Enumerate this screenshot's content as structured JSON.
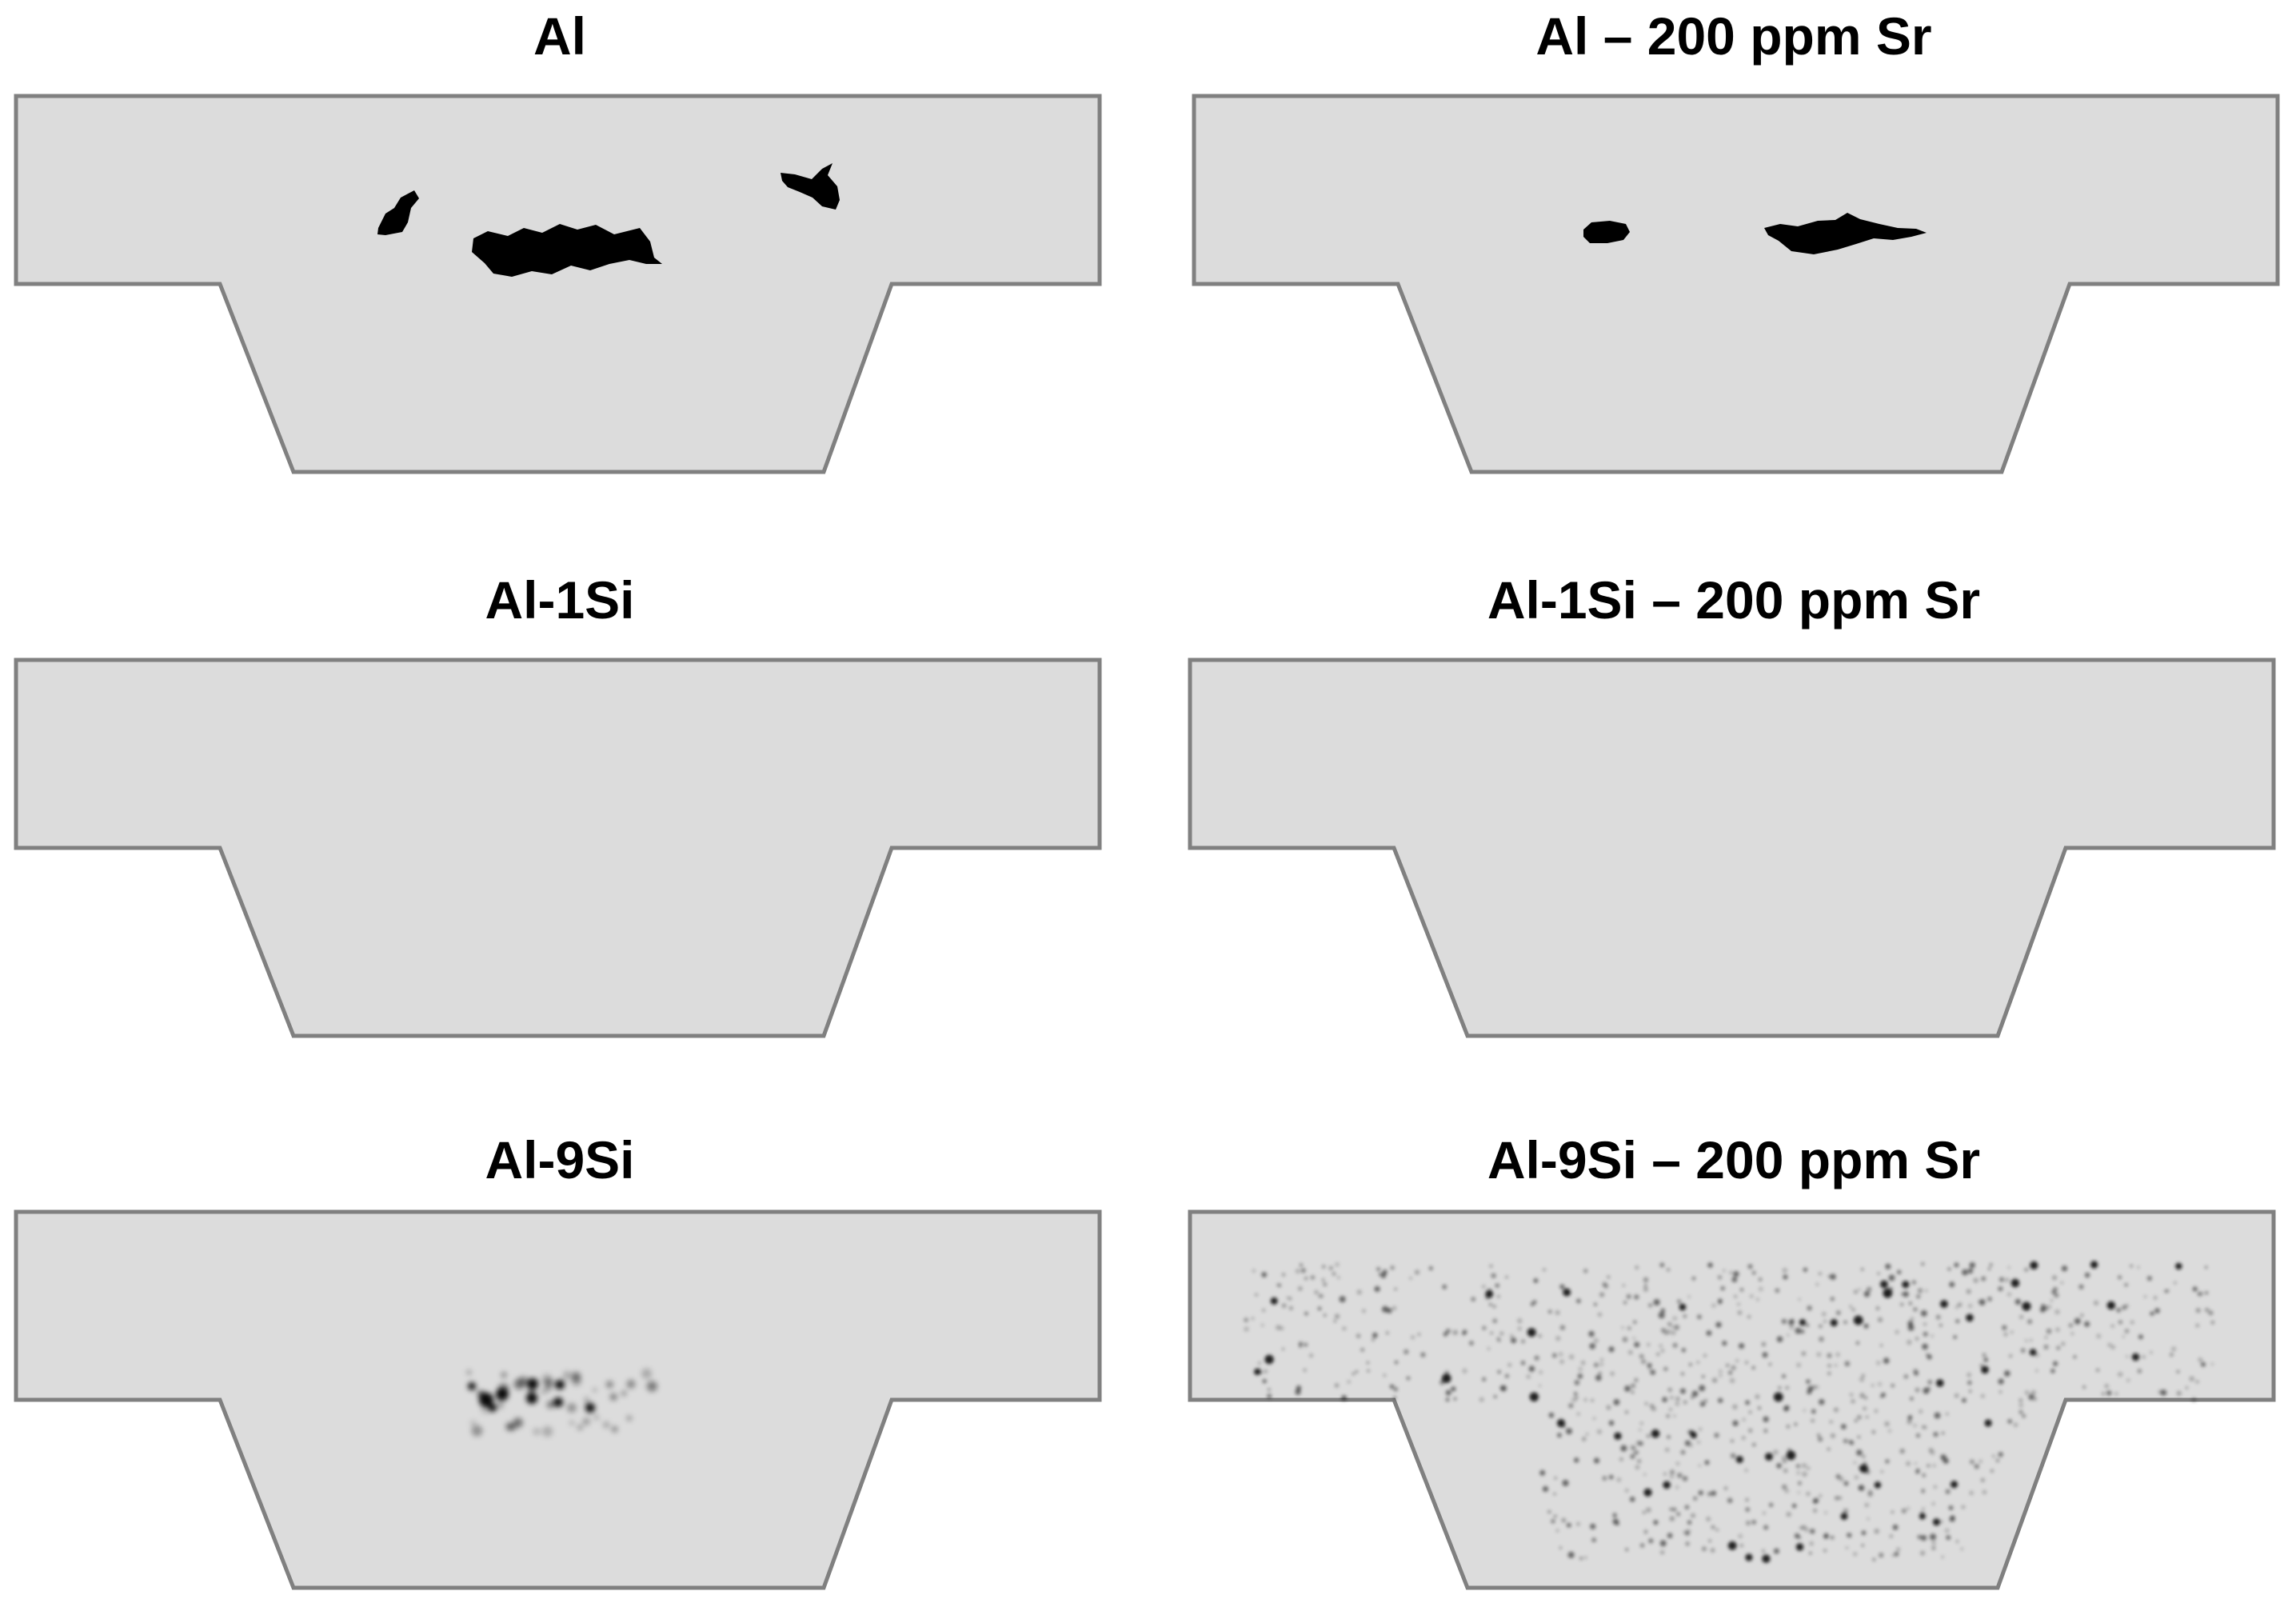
{
  "figure": {
    "panels": [
      {
        "id": "p-al",
        "title": "Al",
        "porosity": "macro"
      },
      {
        "id": "p-al-sr",
        "title": "Al – 200 ppm Sr",
        "porosity": "macro"
      },
      {
        "id": "p-al1si",
        "title": "Al-1Si",
        "porosity": "none"
      },
      {
        "id": "p-al1si-sr",
        "title": "Al-1Si – 200 ppm Sr",
        "porosity": "none"
      },
      {
        "id": "p-al9si",
        "title": "Al-9Si",
        "porosity": "localized-micro"
      },
      {
        "id": "p-al9si-sr",
        "title": "Al-9Si – 200 ppm Sr",
        "porosity": "distributed-micro"
      }
    ],
    "colors": {
      "casting_fill": "#dcdcdc",
      "casting_outline": "#808080",
      "pore": "#000000",
      "title": "#000000"
    }
  }
}
